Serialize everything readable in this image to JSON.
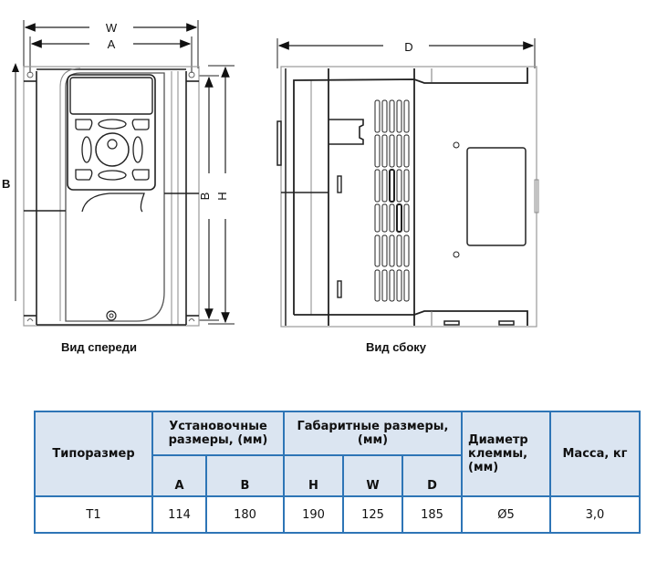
{
  "front_view": {
    "caption": "Вид спереди",
    "dimension_labels": {
      "W": "W",
      "A": "A",
      "B_left": "B",
      "B_right": "B",
      "H": "H"
    }
  },
  "side_view": {
    "caption": "Вид сбоку",
    "dimension_labels": {
      "D": "D"
    }
  },
  "table": {
    "headers": {
      "type_size": "Типоразмер",
      "mounting": "Установочные размеры, (мм)",
      "overall": "Габаритные размеры, (мм)",
      "terminal_diameter": "Диаметр клеммы, (мм)",
      "mass": "Масса, кг",
      "A": "A",
      "B": "B",
      "H": "H",
      "W": "W",
      "D": "D"
    },
    "rows": [
      {
        "type_size": "T1",
        "A": "114",
        "B": "180",
        "H": "190",
        "W": "125",
        "D": "185",
        "terminal_diameter": "Ø5",
        "mass": "3,0"
      }
    ]
  },
  "colors": {
    "table_border": "#2e75b6",
    "table_header_bg": "#dbe5f1"
  }
}
